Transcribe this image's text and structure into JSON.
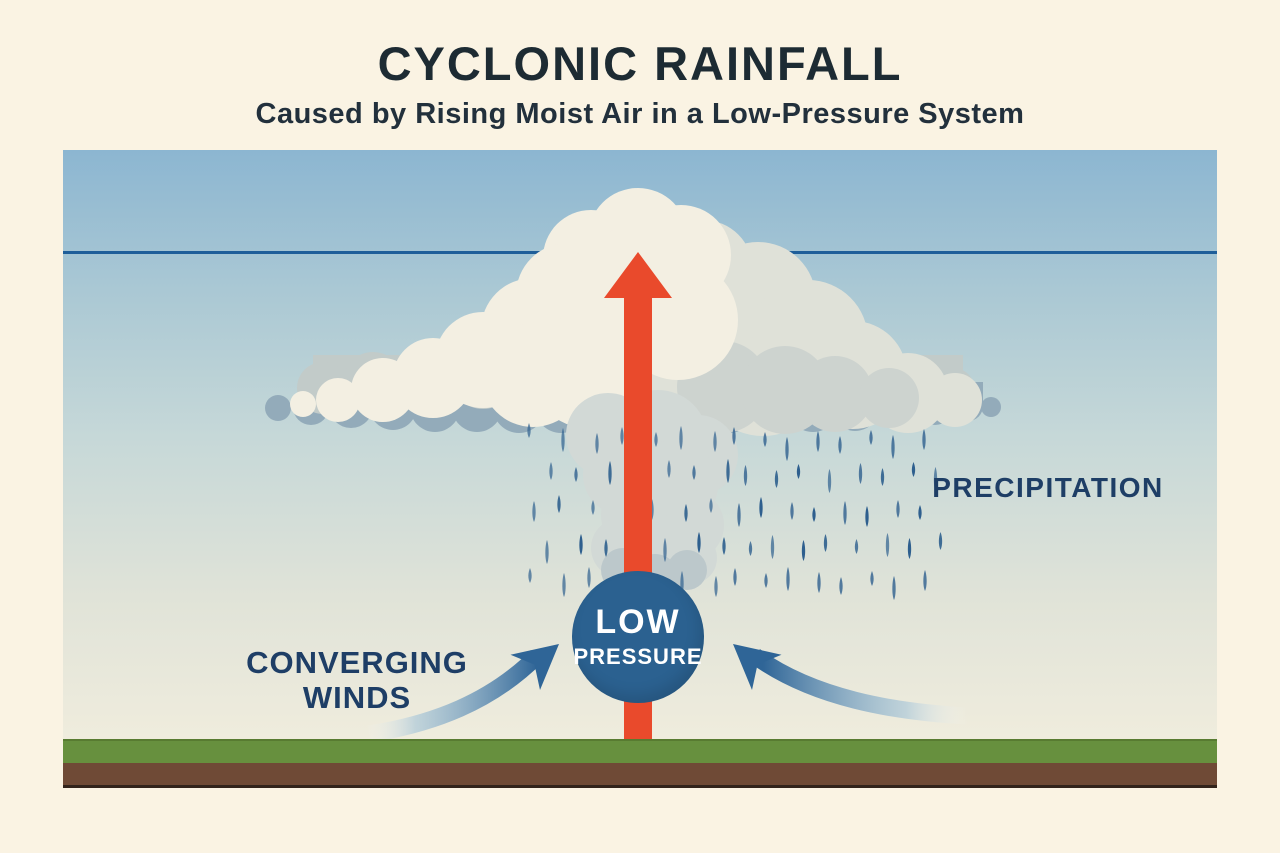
{
  "header": {
    "title": "CYCLONIC RAINFALL",
    "subtitle": "Caused by Rising Moist Air in a Low-Pressure System"
  },
  "diagram": {
    "low_pressure": {
      "line1": "LOW",
      "line2": "PRESSURE"
    },
    "labels": {
      "converging_winds_line1": "CONVERGING",
      "converging_winds_line2": "WINDS",
      "precipitation": "PRECIPITATION"
    }
  },
  "theme": {
    "background": "#faf3e3",
    "title_color": "#1d2b33",
    "label_color": "#1e3e66",
    "updraft_red": "#e94a2c",
    "pressure_circle_blue": "#2b6190",
    "wind_arrow_blue": "#2f6597",
    "rain_blue": "#2e5f8e",
    "sky_top": "#8cb6d1",
    "sky_bottom": "#efecdd",
    "grass_green": "#67903e",
    "soil_brown": "#6f4a36",
    "atmosphere_line_blue": "#1e5e99"
  }
}
